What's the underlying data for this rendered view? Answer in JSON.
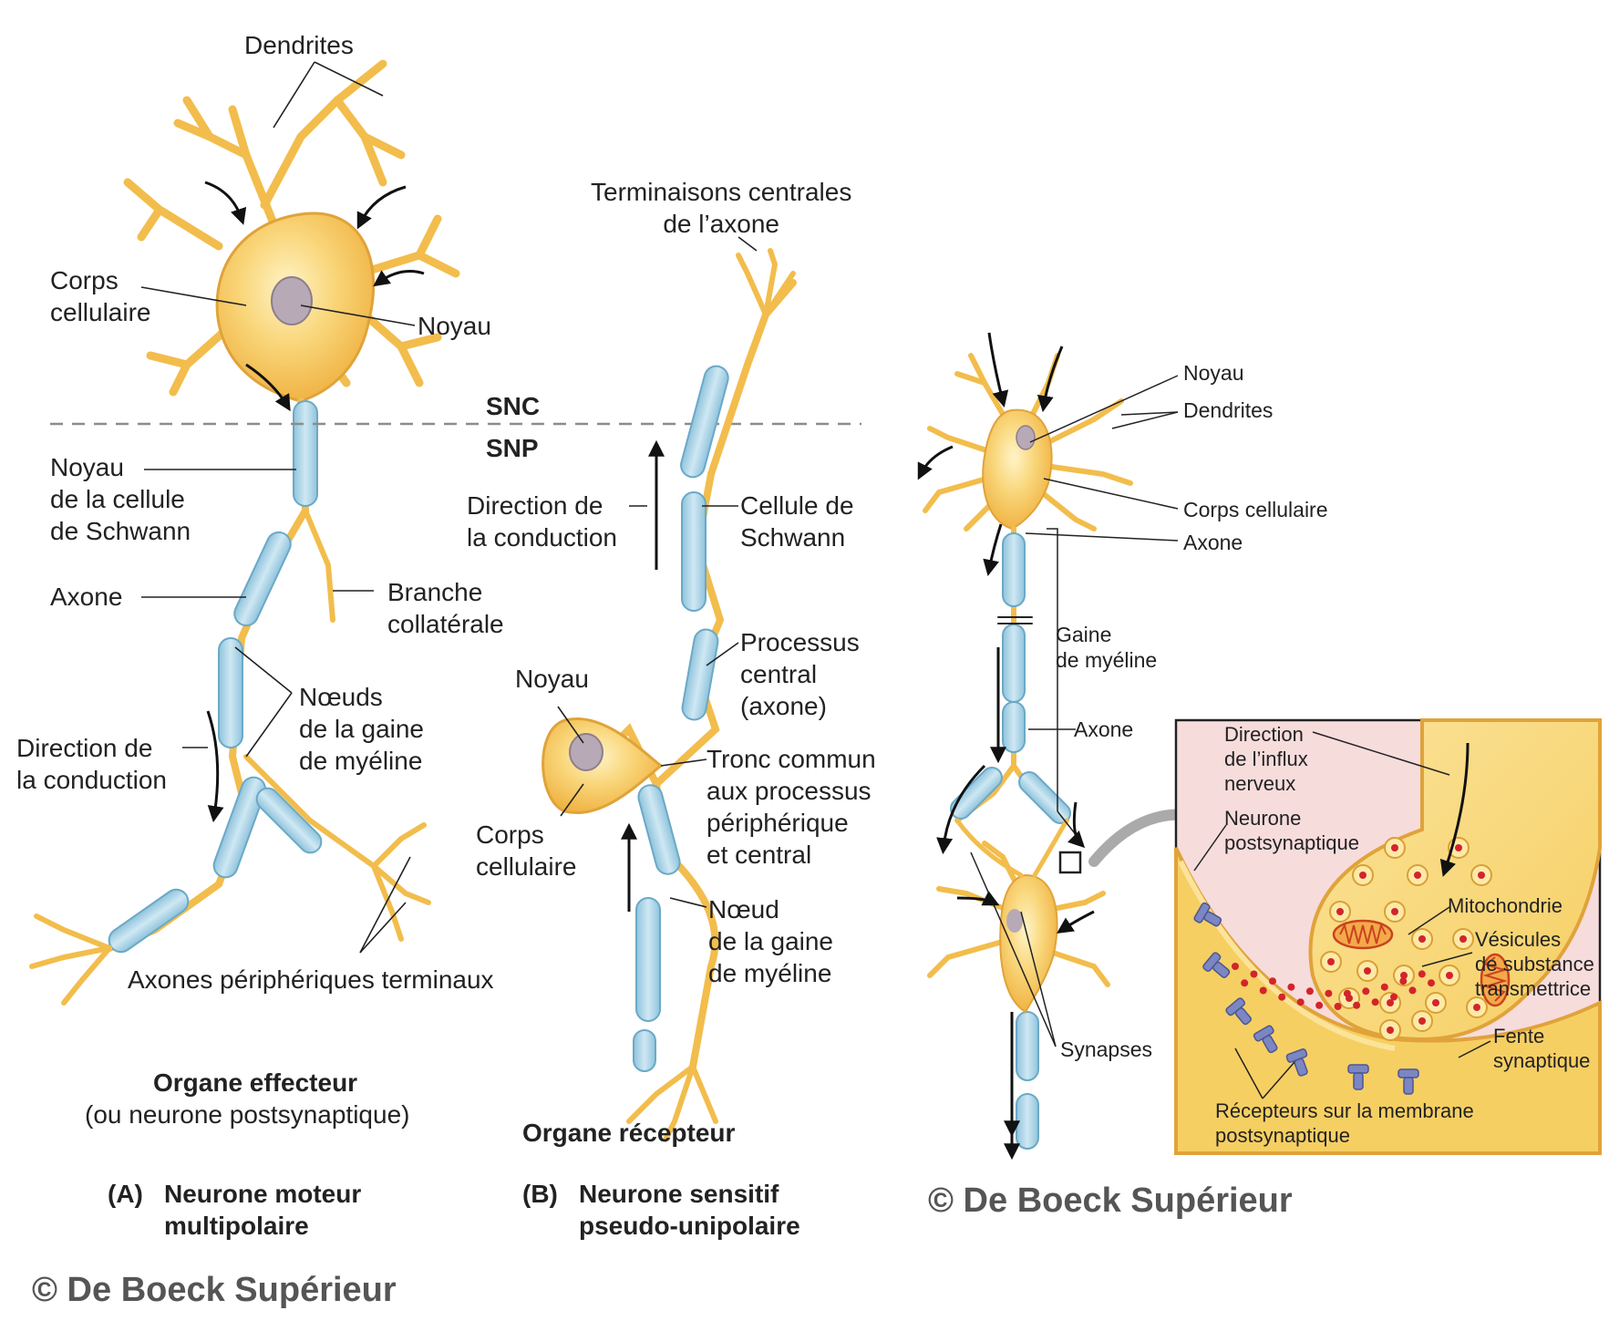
{
  "colors": {
    "cell_fill": "#f6c85a",
    "cell_light": "#fde9a8",
    "cell_stroke": "#d9a033",
    "myelin": "#a9d3e6",
    "myelin_stroke": "#6aa9c7",
    "nucleus": "#b7a9b6",
    "inset_bg": "#f7dcdc",
    "receptor": "#7b86c2",
    "vesicle_dot": "#d2252b",
    "dashed_line": "#8c8c8c",
    "copyright": "#555555"
  },
  "icons": [
    "dendrite-icon",
    "arrow-icon",
    "nucleus-icon",
    "vesicle-icon",
    "receptor-icon",
    "mitochondria-icon"
  ],
  "panel_a": {
    "dendrites": "Dendrites",
    "corps_cellulaire": "Corps\ncellulaire",
    "noyau": "Noyau",
    "noyau_schwann": "Noyau\nde la cellule\nde Schwann",
    "axone": "Axone",
    "branche_collaterale": "Branche\ncollatérale",
    "noeuds": "Nœuds\nde la gaine\nde myéline",
    "direction_conduction": "Direction de\nla conduction",
    "axones_terminaux": "Axones périphériques terminaux",
    "organe_title": "Organe effecteur",
    "organe_sub": "(ou neurone postsynaptique)",
    "caption_letter": "(A)",
    "caption_text": "Neurone moteur\nmultipolaire"
  },
  "divider": {
    "snc": "SNC",
    "snp": "SNP"
  },
  "panel_b": {
    "terminaisons": "Terminaisons centrales\nde l’axone",
    "direction_conduction": "Direction de\nla conduction",
    "cellule_schwann": "Cellule de\nSchwann",
    "processus_central": "Processus\ncentral\n(axone)",
    "noyau": "Noyau",
    "tronc_commun": "Tronc commun\naux processus\npériphérique\net central",
    "corps_cellulaire": "Corps\ncellulaire",
    "noeud": "Nœud\nde la gaine\nde myéline",
    "organe": "Organe récepteur",
    "caption_letter": "(B)",
    "caption_text": "Neurone sensitif\npseudo-unipolaire"
  },
  "panel_c": {
    "noyau": "Noyau",
    "dendrites": "Dendrites",
    "corps_cellulaire": "Corps cellulaire",
    "axone_top": "Axone",
    "gaine_myeline": "Gaine\nde myéline",
    "axone_mid": "Axone",
    "synapses": "Synapses"
  },
  "inset": {
    "direction_influx": "Direction\nde l’influx\nnerveux",
    "neurone_post": "Neurone\npostsynaptique",
    "mitochondrie": "Mitochondrie",
    "vesicules": "Vésicules\nde substance\ntransmettrice",
    "fente": "Fente\nsynaptique",
    "recepteurs": "Récepteurs sur la membrane\npostsynaptique"
  },
  "copyright_right": "© De Boeck Supérieur",
  "copyright_bottom": "© De Boeck Supérieur"
}
